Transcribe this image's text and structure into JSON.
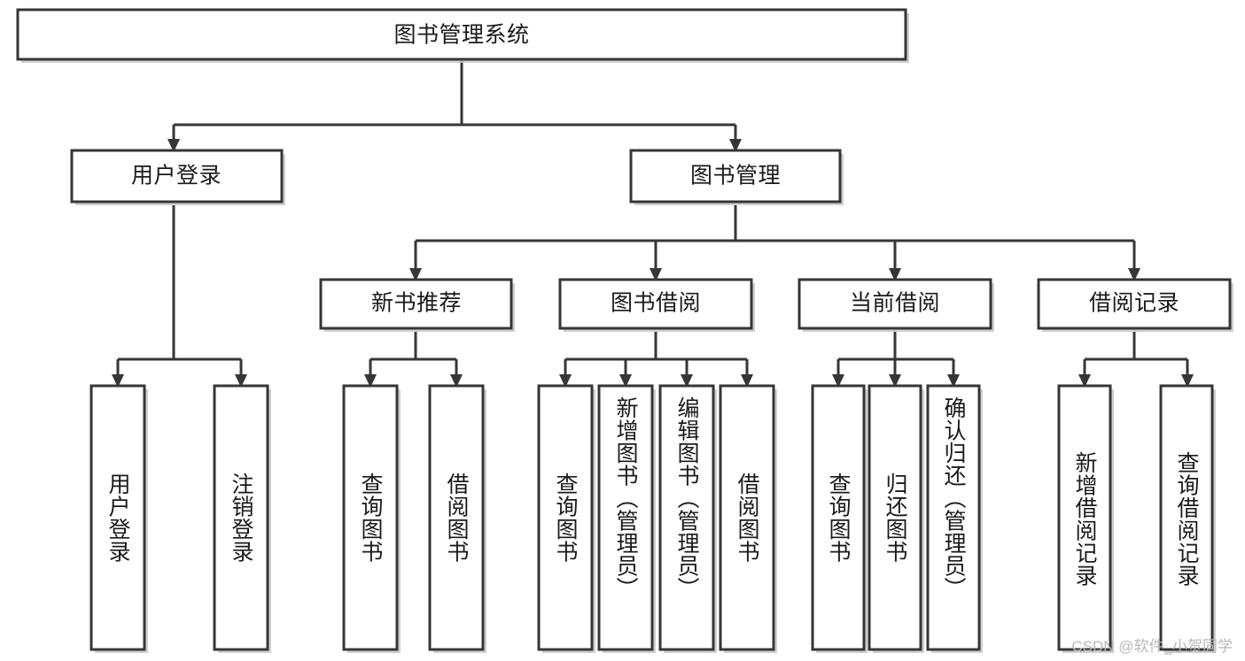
{
  "diagram": {
    "type": "tree-hierarchy-chart",
    "title": "图书管理系统",
    "colors": {
      "box_stroke": "#363636",
      "box_fill": "#ffffff",
      "edge": "#363636",
      "text": "#1a1a1a",
      "watermark": "#b9b9b9",
      "background": "#ffffff"
    },
    "root": {
      "label": "图书管理系统",
      "orientation": "horizontal"
    },
    "level2": [
      {
        "label": "用户登录",
        "orientation": "horizontal"
      },
      {
        "label": "图书管理",
        "orientation": "horizontal"
      }
    ],
    "level3": [
      {
        "label": "新书推荐",
        "orientation": "horizontal"
      },
      {
        "label": "图书借阅",
        "orientation": "horizontal"
      },
      {
        "label": "当前借阅",
        "orientation": "horizontal"
      },
      {
        "label": "借阅记录",
        "orientation": "horizontal"
      }
    ],
    "leaves": {
      "user_login": [
        {
          "label": "用户登录",
          "orientation": "vertical"
        },
        {
          "label": "注销登录",
          "orientation": "vertical"
        }
      ],
      "new_book_recommend": [
        {
          "label": "查询图书",
          "orientation": "vertical"
        },
        {
          "label": "借阅图书",
          "orientation": "vertical"
        }
      ],
      "book_borrow": [
        {
          "label": "查询图书",
          "orientation": "vertical"
        },
        {
          "label": "新增图书（管理员）",
          "orientation": "vertical"
        },
        {
          "label": "编辑图书（管理员）",
          "orientation": "vertical"
        },
        {
          "label": "借阅图书",
          "orientation": "vertical"
        }
      ],
      "current_borrow": [
        {
          "label": "查询图书",
          "orientation": "vertical"
        },
        {
          "label": "归还图书",
          "orientation": "vertical"
        },
        {
          "label": "确认归还（管理员）",
          "orientation": "vertical"
        }
      ],
      "borrow_record": [
        {
          "label": "新增借阅记录",
          "orientation": "vertical"
        },
        {
          "label": "查询借阅记录",
          "orientation": "vertical"
        }
      ]
    }
  },
  "watermark": {
    "text": "CSDN @软件_小贺同学"
  }
}
